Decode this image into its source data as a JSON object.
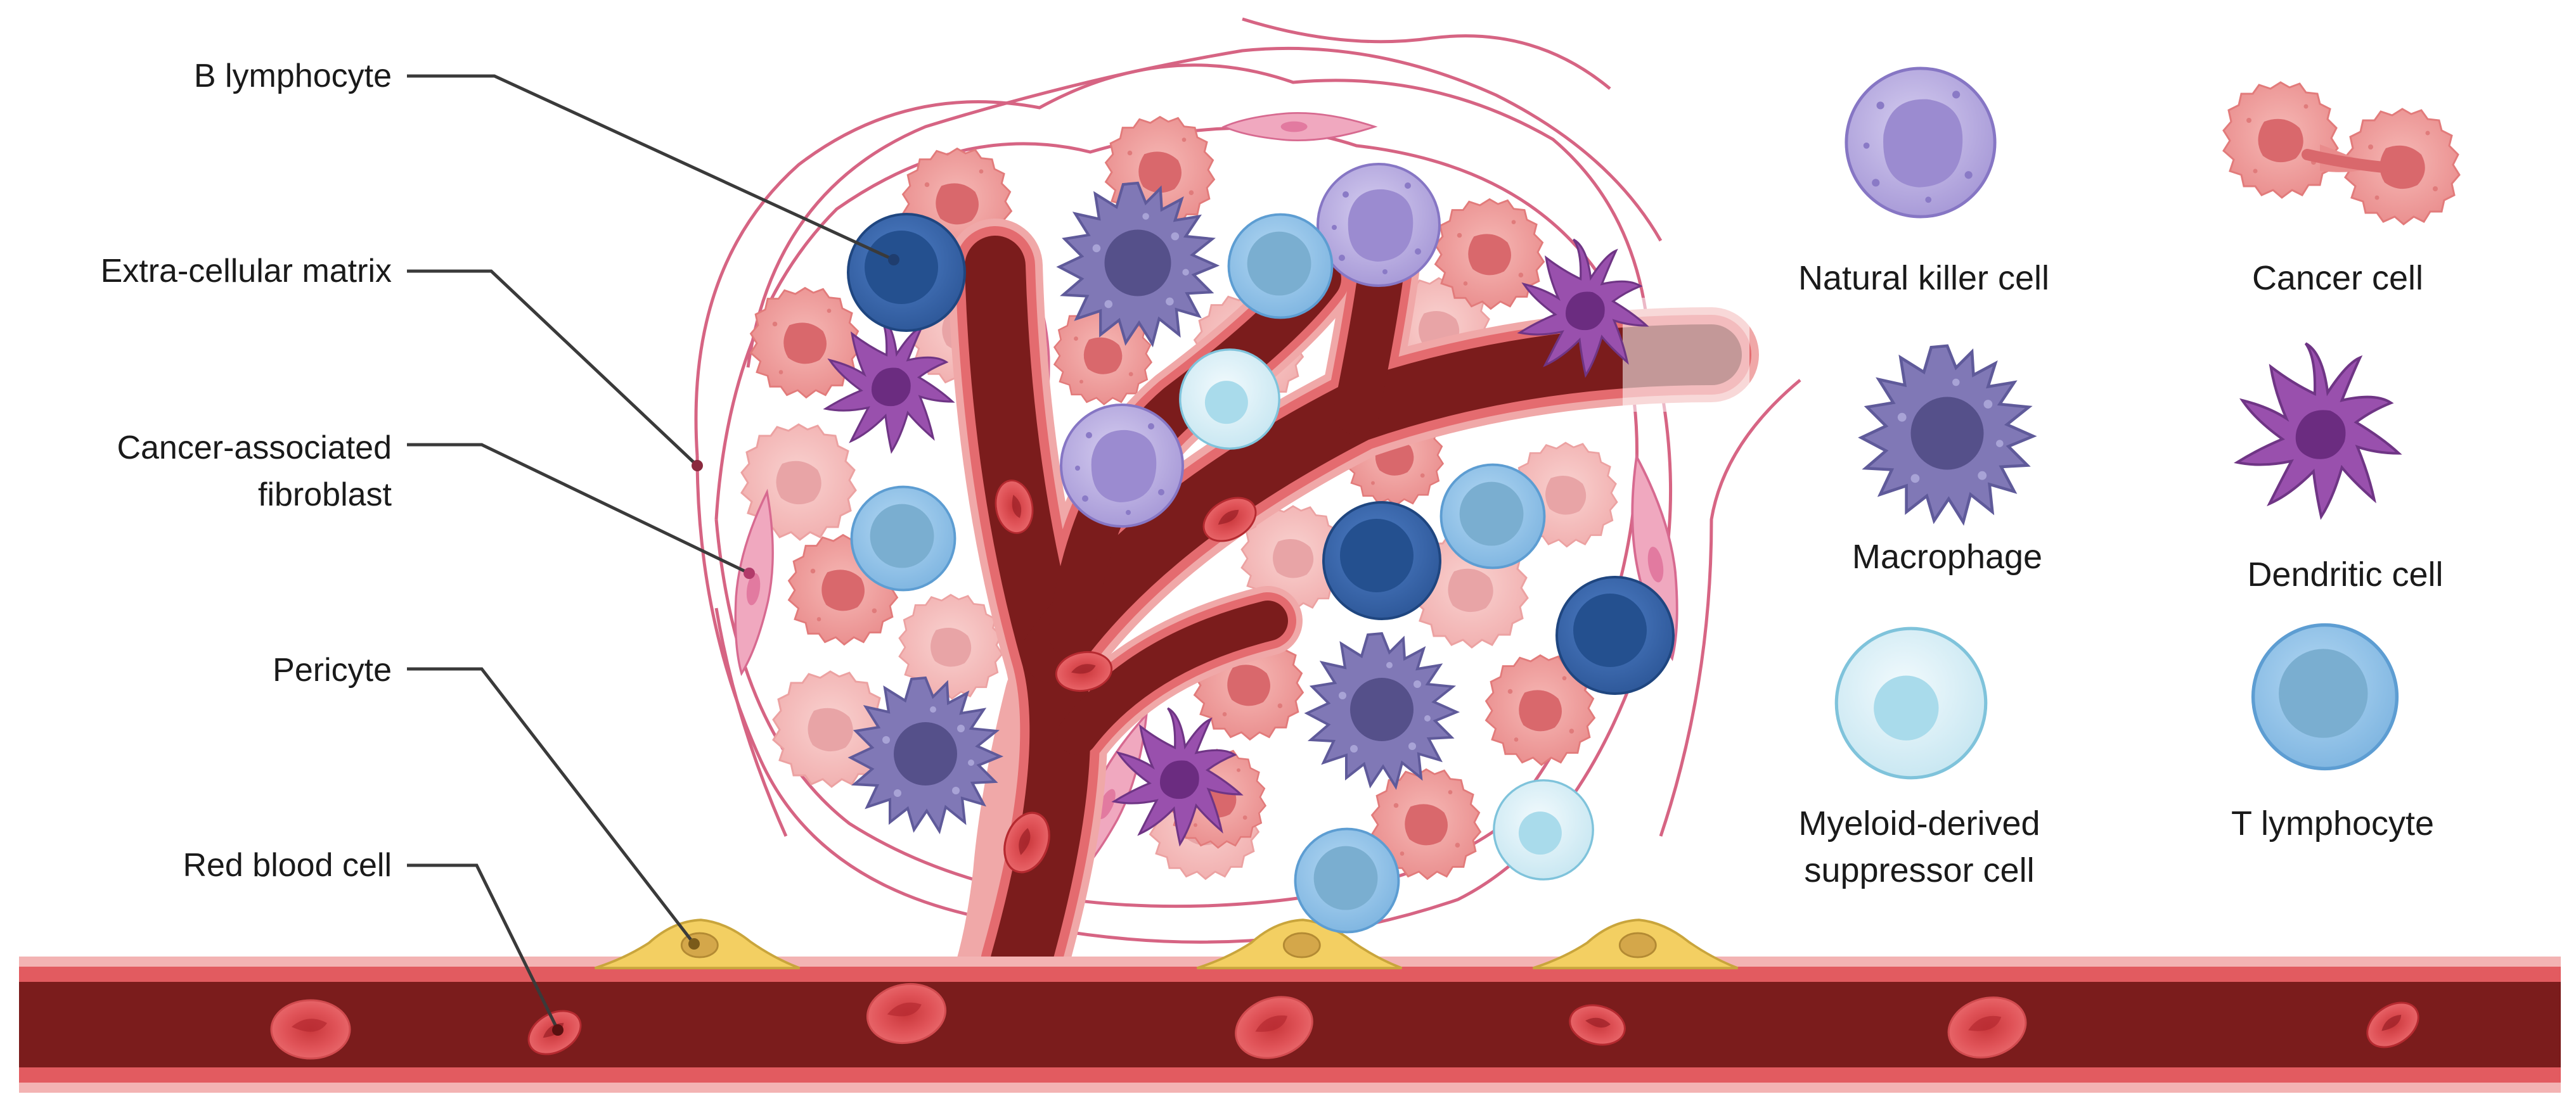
{
  "callouts": {
    "b_lymphocyte": "B lymphocyte",
    "ecm": "Extra-cellular matrix",
    "caf_line1": "Cancer-associated",
    "caf_line2": "fibroblast",
    "pericyte": "Pericyte",
    "rbc": "Red blood cell"
  },
  "legend": {
    "nk": "Natural killer cell",
    "cancer": "Cancer cell",
    "macrophage": "Macrophage",
    "dendritic": "Dendritic cell",
    "mdsc_line1": "Myeloid-derived",
    "mdsc_line2": "suppressor cell",
    "t_lymph": "T lymphocyte"
  },
  "colors": {
    "vessel_dark": "#7a1c1c",
    "vessel_wall": "#e57373",
    "cancer_cell": "#f0a3a3",
    "b_lymphocyte": "#3d68b0",
    "t_lymphocyte": "#8ec1e6",
    "nk_cell": "#b5a7dc",
    "macrophage": "#7f79b5",
    "dendritic": "#8e4aa3",
    "mdsc": "#d6eef5",
    "pericyte": "#f2cc5e",
    "fibroblast": "#ee9bb5"
  }
}
